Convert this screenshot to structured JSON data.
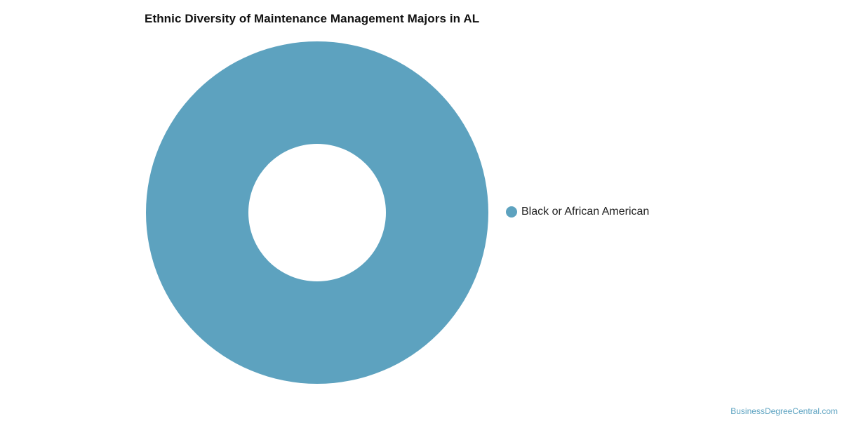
{
  "chart_data": {
    "type": "pie",
    "title": "Ethnic Diversity of Maintenance Management Majors in AL",
    "donut": true,
    "categories": [
      "Black or African American"
    ],
    "values": [
      100
    ],
    "colors": [
      "#5da2bf"
    ],
    "legend_position": "right"
  },
  "watermark": "BusinessDegreeCentral.com"
}
